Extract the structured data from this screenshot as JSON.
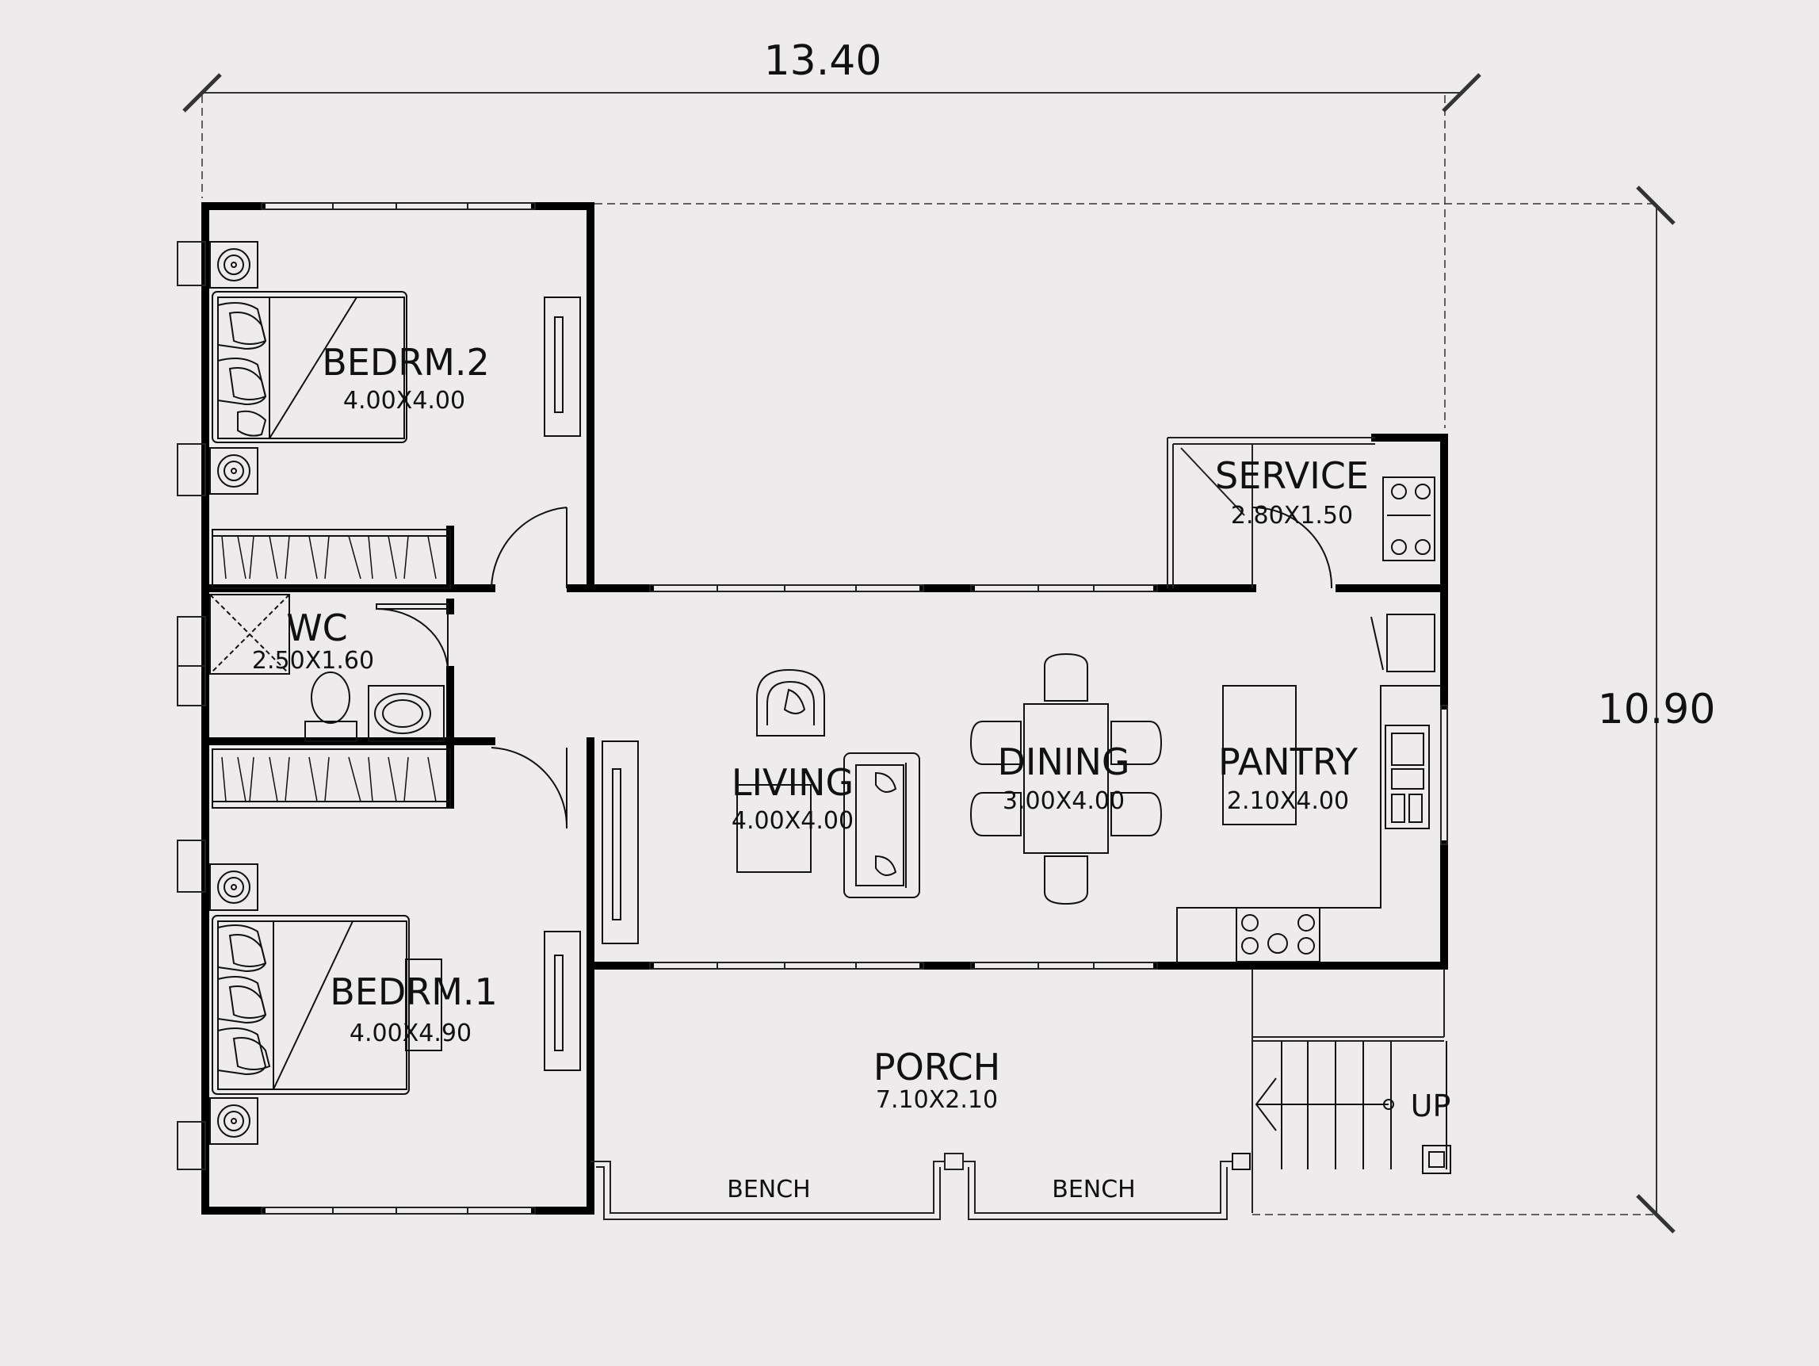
{
  "dimensions": {
    "width": "13.40",
    "depth": "10.90"
  },
  "rooms": {
    "bedroom2": {
      "name": "BEDRM.2",
      "size": "4.00X4.00"
    },
    "bedroom1": {
      "name": "BEDRM.1",
      "size": "4.00X4.90"
    },
    "wc": {
      "name": "WC",
      "size": "2.50X1.60"
    },
    "service": {
      "name": "SERVICE",
      "size": "2.80X1.50"
    },
    "living": {
      "name": "LIVING",
      "size": "4.00X4.00"
    },
    "dining": {
      "name": "DINING",
      "size": "3.00X4.00"
    },
    "pantry": {
      "name": "PANTRY",
      "size": "2.10X4.00"
    },
    "porch": {
      "name": "PORCH",
      "size": "7.10X2.10"
    }
  },
  "benches": [
    "BENCH",
    "BENCH"
  ],
  "stair_label": "UP"
}
